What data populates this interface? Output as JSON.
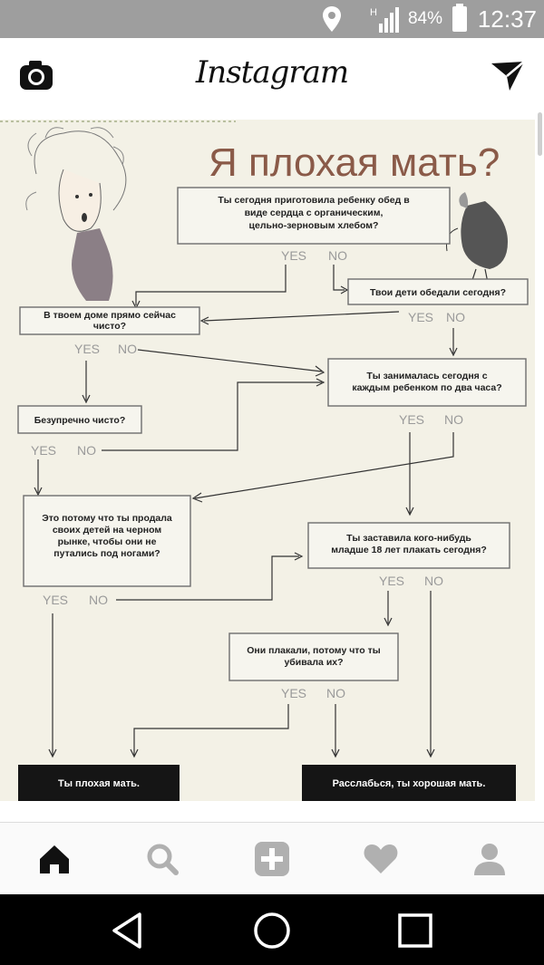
{
  "status_bar": {
    "network": "H",
    "battery": "84%",
    "time": "12:37"
  },
  "header": {
    "logo": "Instagram",
    "left_icon": "camera-icon",
    "right_icon": "send-icon"
  },
  "post": {
    "infographic": {
      "title": "Я плохая мать?",
      "yes_label": "YES",
      "no_label": "NO",
      "q1": [
        "Ты сегодня приготовила ребенку обед в",
        "виде сердца с органическим,",
        "цельно-зерновым хлебом?"
      ],
      "q2": [
        "Твои дети обедали сегодня?"
      ],
      "q3": [
        "В твоем доме прямо сейчас",
        "чисто?"
      ],
      "q4": [
        "Ты занималась сегодня с",
        "каждым ребенком по два часа?"
      ],
      "q5": [
        "Безупречно чисто?"
      ],
      "q6": [
        "Это потому что ты продала",
        "своих детей на черном",
        "рынке, чтобы они не",
        "путались под ногами?"
      ],
      "q7": [
        "Ты заставила кого-нибудь",
        "младше 18 лет плакать сегодня?"
      ],
      "q8": [
        "Они плакали, потому что ты",
        "убивала их?"
      ],
      "result_bad": "Ты плохая мать.",
      "result_good": "Расслабься, ты хорошая мать."
    }
  },
  "bottom_nav": {
    "items": [
      "home-icon",
      "search-icon",
      "add-icon",
      "heart-icon",
      "profile-icon"
    ],
    "active": "home-icon"
  },
  "android_nav": [
    "back-icon",
    "home-circle-icon",
    "recents-icon"
  ]
}
